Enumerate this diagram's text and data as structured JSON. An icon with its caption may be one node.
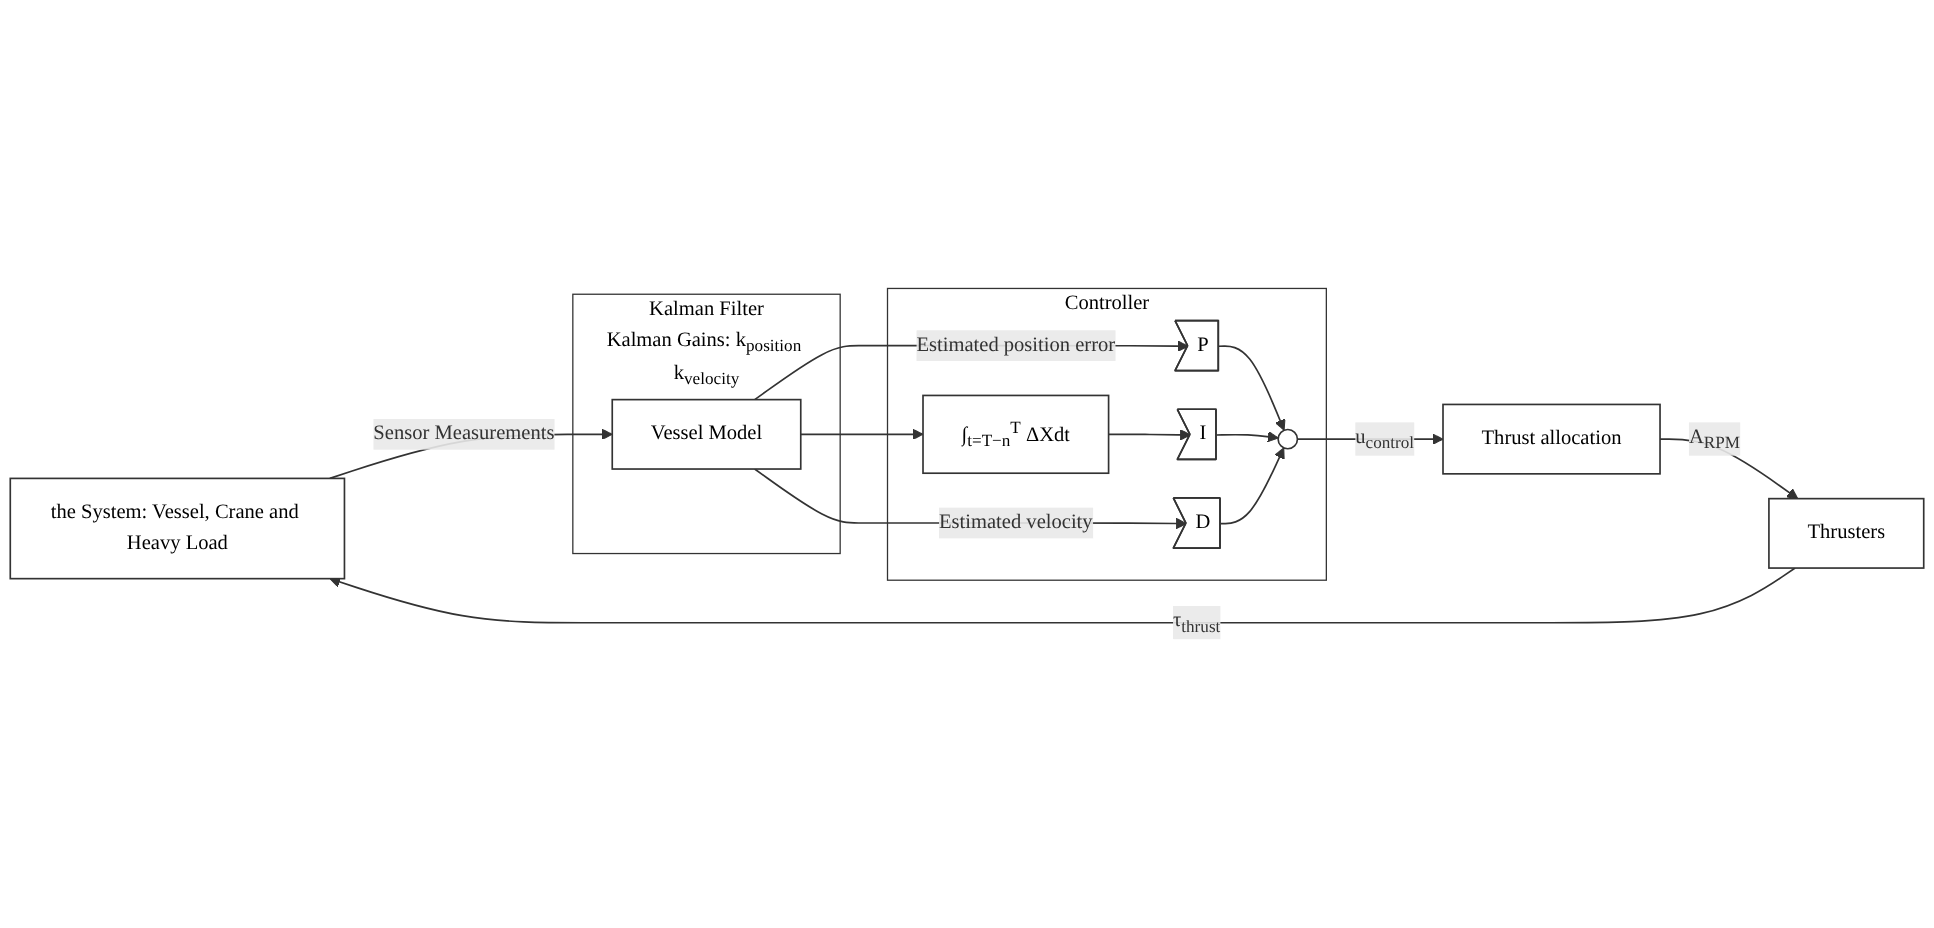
{
  "diagram": {
    "nodes": [
      {
        "text": [
          "the System: Vessel, Crane and Heavy Load"
        ]
      },
      {
        "text": [
          "Thrusters"
        ]
      },
      {
        "text": [
          "Thrust allocation"
        ]
      },
      {
        "text": [
          "Kalman Filter",
          "Kalman Gains: k$_{position}$ k$_{velocity}$"
        ]
      },
      {
        "text": [
          "Vessel Model"
        ],
        "in": 3
      },
      {
        "text": [
          "Controller"
        ]
      },
      {
        "text": [
          "∫$_{t=T−n}$$^{T}$ ΔXdt"
        ],
        "in": 5
      },
      {
        "text": [
          "P"
        ],
        "in": 5
      },
      {
        "text": [
          "I"
        ],
        "in": 5
      },
      {
        "text": [
          "D"
        ],
        "in": 5
      },
      {
        "text": [],
        "shape": "circle",
        "in": 5
      }
    ],
    "edges": [
      {
        "from": 1,
        "to": 0,
        "arrow": "to",
        "label": "τ$_{thrust}$"
      },
      {
        "from": 2,
        "to": 1,
        "arrow": "to",
        "label": "A$_{RPM}$"
      },
      {
        "from": 0,
        "to": 4,
        "arrow": "to",
        "label": "Sensor Measurements"
      },
      {
        "from": 4,
        "to": 7,
        "arrow": "to",
        "label": "Estimated position error"
      },
      {
        "from": 4,
        "to": 6,
        "arrow": "to"
      },
      {
        "from": 4,
        "to": 9,
        "arrow": "to",
        "label": "Estimated velocity"
      },
      {
        "from": 6,
        "to": 8,
        "arrow": "to"
      },
      {
        "from": 7,
        "to": 10,
        "arrow": "to"
      },
      {
        "from": 8,
        "to": 10,
        "arrow": "to"
      },
      {
        "from": 9,
        "to": 10,
        "arrow": "to"
      },
      {
        "from": 10,
        "to": 2,
        "arrow": "to",
        "label": "u$_{control}$"
      }
    ]
  }
}
